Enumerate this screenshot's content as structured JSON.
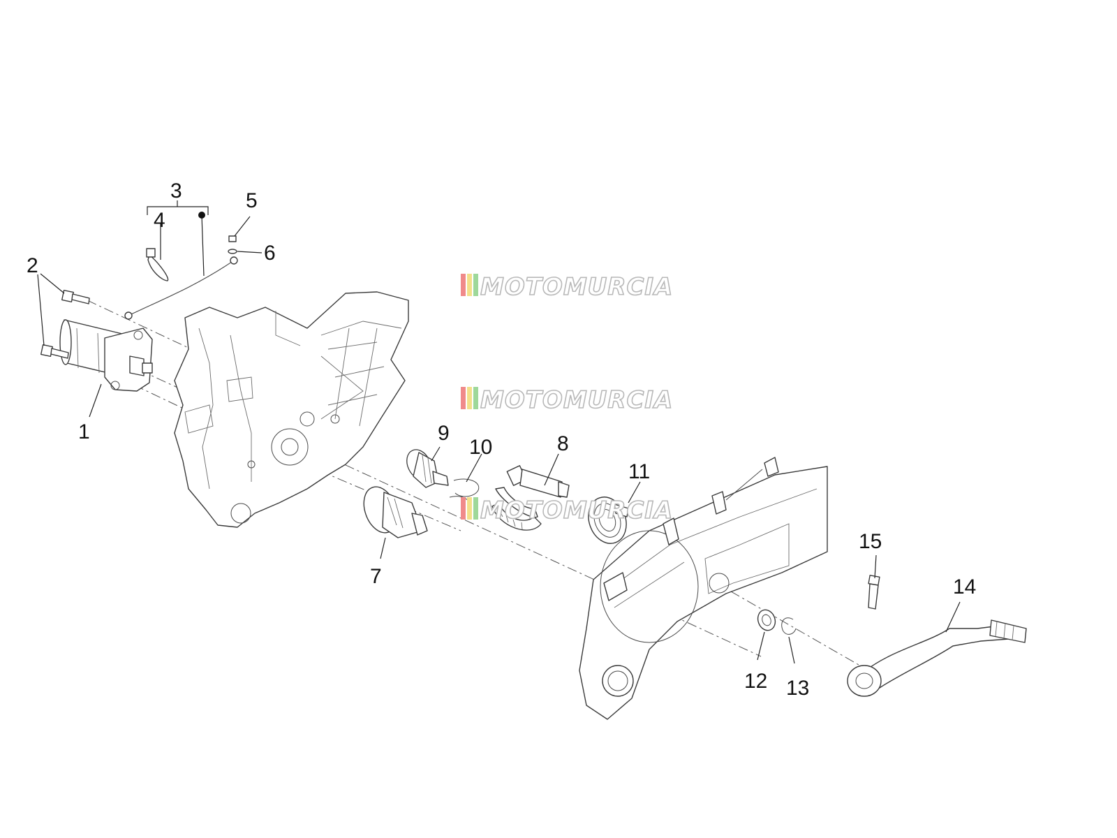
{
  "watermark": {
    "text": "MOTOMURCIA",
    "stripe_colors": [
      "#f08a8a",
      "#f3e08a",
      "#9ed89a"
    ]
  },
  "callouts": [
    "1",
    "2",
    "3",
    "4",
    "5",
    "6",
    "7",
    "8",
    "9",
    "10",
    "11",
    "12",
    "13",
    "14",
    "15"
  ]
}
